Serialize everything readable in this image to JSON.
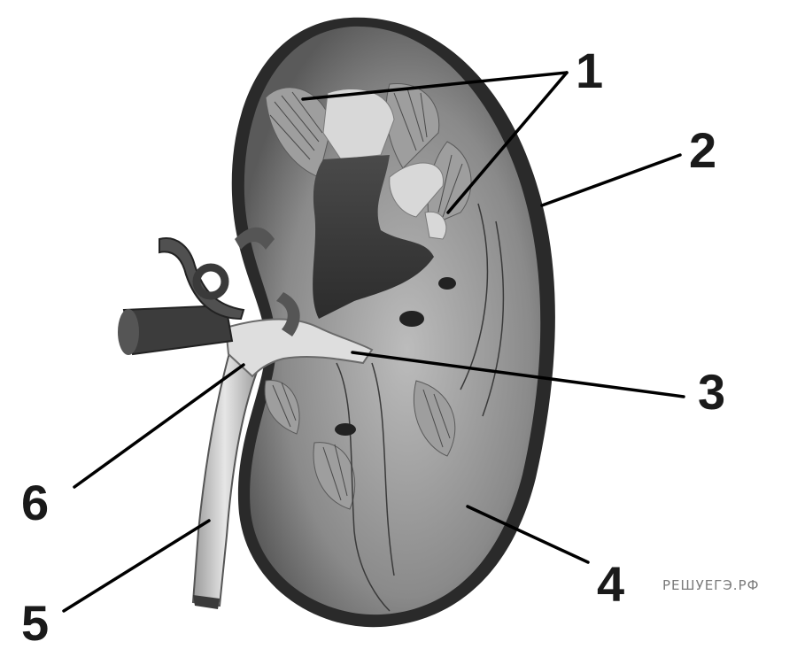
{
  "labels": {
    "l1": "1",
    "l2": "2",
    "l3": "3",
    "l4": "4",
    "l5": "5",
    "l6": "6"
  },
  "watermark": "РЕШУЕГЭ.РФ"
}
